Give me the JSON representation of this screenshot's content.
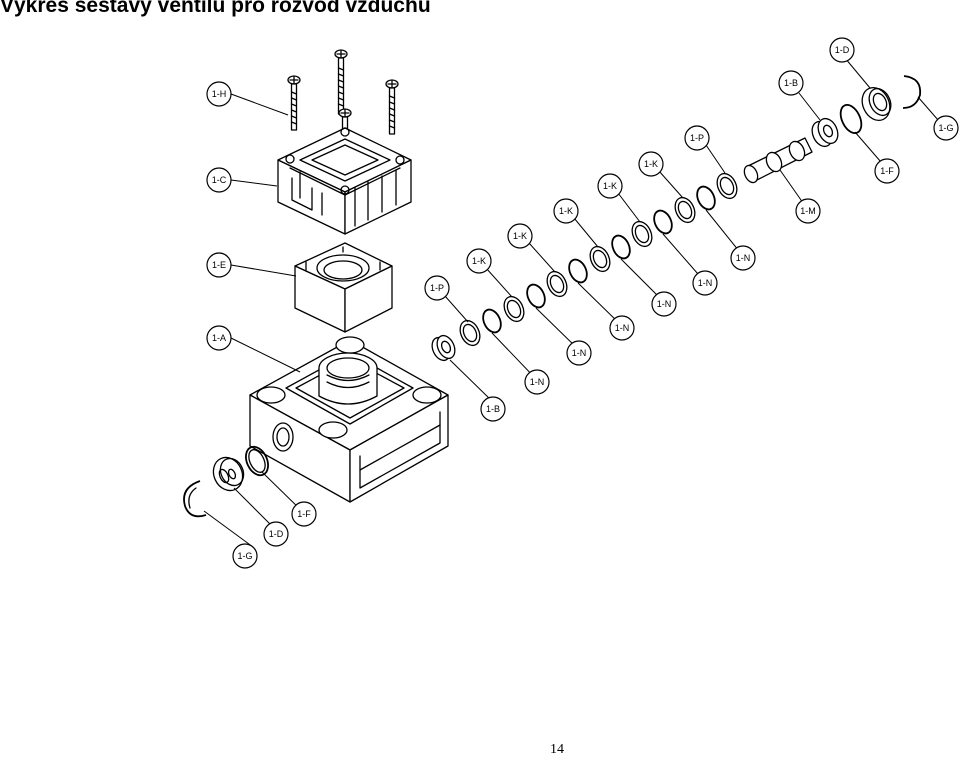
{
  "title": "Výkres sestavy ventilu pro rozvod vzduchu",
  "page_number": "14",
  "callouts": [
    "1-H",
    "1-C",
    "1-E",
    "1-A",
    "1-D",
    "1-B",
    "1-G",
    "1-F",
    "1-P",
    "1-K",
    "1-M",
    "1-N"
  ]
}
